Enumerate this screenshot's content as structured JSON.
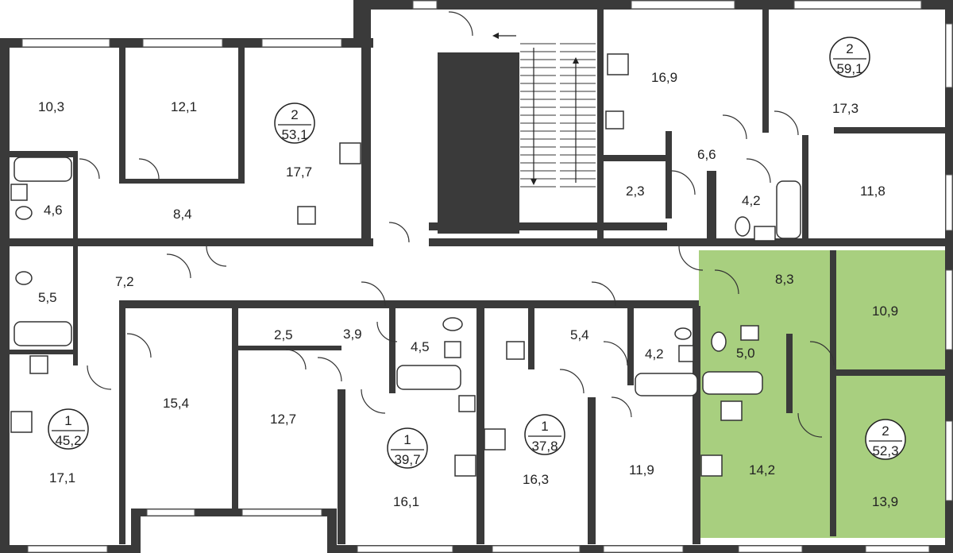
{
  "highlight_color": "#a8cf7f",
  "wall_color": "#3a3a3a",
  "rooms": [
    {
      "id": "r1",
      "area": "10,3"
    },
    {
      "id": "r2",
      "area": "12,1"
    },
    {
      "id": "r3",
      "area": "17,7"
    },
    {
      "id": "r4",
      "area": "4,6"
    },
    {
      "id": "r5",
      "area": "8,4"
    },
    {
      "id": "r6",
      "area": "16,9"
    },
    {
      "id": "r7",
      "area": "17,3"
    },
    {
      "id": "r8",
      "area": "6,6"
    },
    {
      "id": "r9",
      "area": "2,3"
    },
    {
      "id": "r10",
      "area": "4,2"
    },
    {
      "id": "r11",
      "area": "11,8"
    },
    {
      "id": "r12",
      "area": "5,5"
    },
    {
      "id": "r13",
      "area": "7,2"
    },
    {
      "id": "r14",
      "area": "15,4"
    },
    {
      "id": "r15",
      "area": "2,5"
    },
    {
      "id": "r16",
      "area": "12,7"
    },
    {
      "id": "r17",
      "area": "3,9"
    },
    {
      "id": "r18",
      "area": "4,5"
    },
    {
      "id": "r19",
      "area": "5,4"
    },
    {
      "id": "r20",
      "area": "4,2"
    },
    {
      "id": "r21",
      "area": "17,1"
    },
    {
      "id": "r22",
      "area": "16,1"
    },
    {
      "id": "r23",
      "area": "16,3"
    },
    {
      "id": "r24",
      "area": "11,9"
    },
    {
      "id": "r25",
      "area": "8,3"
    },
    {
      "id": "r26",
      "area": "10,9"
    },
    {
      "id": "r27",
      "area": "5,0"
    },
    {
      "id": "r28",
      "area": "14,2"
    },
    {
      "id": "r29",
      "area": "13,9"
    }
  ],
  "apartments": [
    {
      "id": "a1",
      "rooms": "2",
      "area": "53,1"
    },
    {
      "id": "a2",
      "rooms": "2",
      "area": "59,1"
    },
    {
      "id": "a3",
      "rooms": "1",
      "area": "45,2"
    },
    {
      "id": "a4",
      "rooms": "1",
      "area": "39,7"
    },
    {
      "id": "a5",
      "rooms": "1",
      "area": "37,8"
    },
    {
      "id": "a6",
      "rooms": "2",
      "area": "52,3"
    }
  ]
}
